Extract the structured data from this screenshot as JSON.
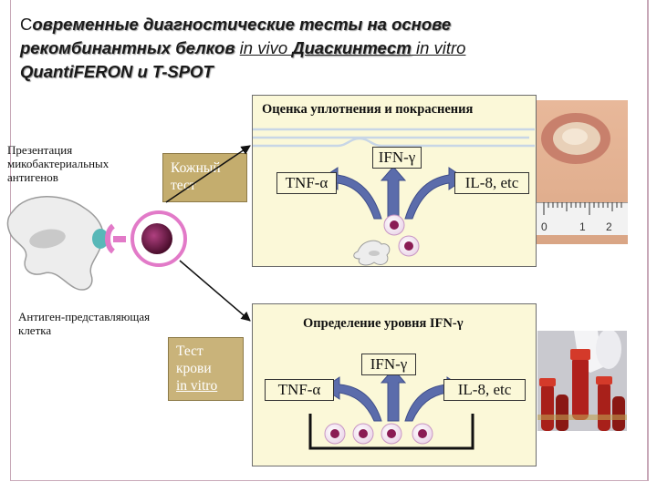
{
  "title": {
    "line1_first_letter": "С",
    "line1_rest": "овременные диагностические тесты  на основе",
    "line2_bold": "рекомбинантных белков ",
    "line2_plain1": " in vivo ",
    "line2_bold2": "Диаскинтест",
    "line2_plain2": " in vitro",
    "line3": "QuantiFERON  и T-SPOT"
  },
  "left_labels": {
    "presentation": "Презентация микобактериальных антигенов",
    "apc": "Антиген-представляющая клетка"
  },
  "tests": {
    "skin": "Кожный тест",
    "blood_line1": "Тест",
    "blood_line2": "крови",
    "blood_line3": "in vitro"
  },
  "top_panel": {
    "title": "Оценка уплотнения и покраснения",
    "ifn": "IFN-γ",
    "tnf": "TNF-α",
    "il8": "IL-8, etc"
  },
  "bottom_panel": {
    "title": "Определение уровня IFN-γ",
    "ifn": "IFN-γ",
    "tnf": "TNF-α",
    "il8": "IL-8, etc"
  },
  "ruler": {
    "n0": "0",
    "n1": "1",
    "n2": "2"
  },
  "colors": {
    "panel_bg": "#fbf8d8",
    "test_box": "#c4ad6e",
    "arrow_blue": "#5b6cab",
    "cell_purple": "#7a1e4e",
    "cell_membrane": "#e070c8"
  }
}
